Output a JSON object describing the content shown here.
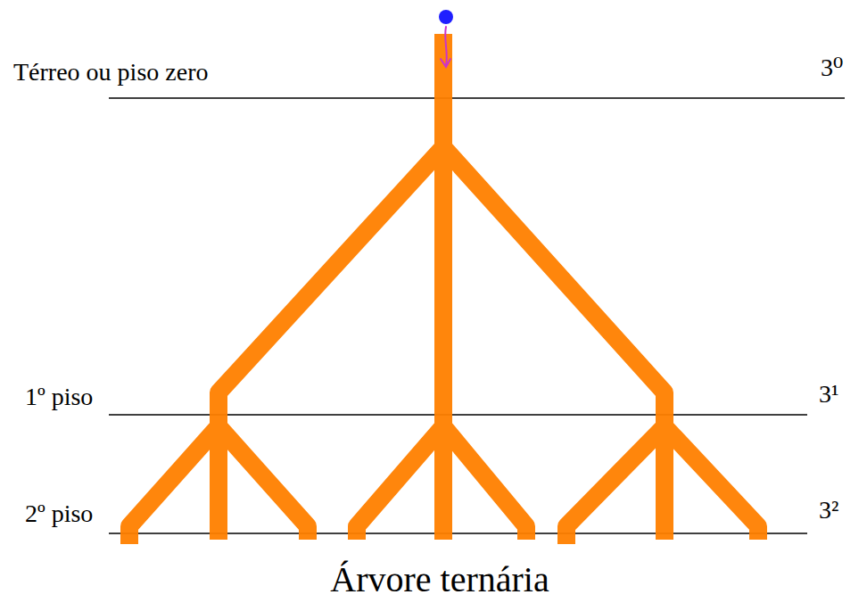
{
  "diagram": {
    "caption": "Árvore ternária",
    "labels": [
      "Térreo ou piso zero",
      "3⁰",
      "1º piso",
      "3¹",
      "2º piso",
      "3²"
    ]
  }
}
